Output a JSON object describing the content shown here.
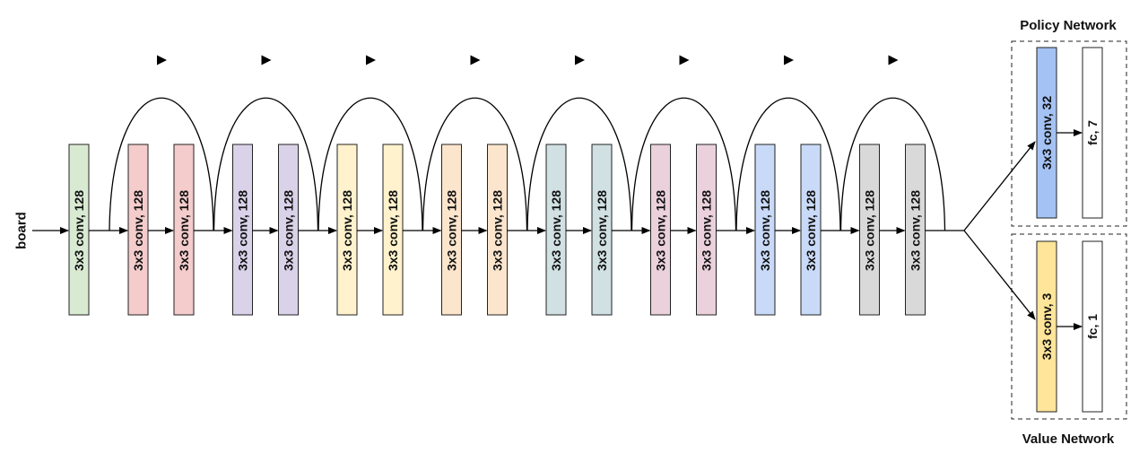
{
  "input_label": "board",
  "trunk": {
    "layers": [
      {
        "label": "3x3 conv, 128",
        "color": "#d9ead3"
      },
      {
        "label": "3x3 conv, 128",
        "color": "#f4cccc"
      },
      {
        "label": "3x3 conv, 128",
        "color": "#f4cccc"
      },
      {
        "label": "3x3 conv, 128",
        "color": "#d9d2e9"
      },
      {
        "label": "3x3 conv, 128",
        "color": "#d9d2e9"
      },
      {
        "label": "3x3 conv, 128",
        "color": "#fff2cc"
      },
      {
        "label": "3x3 conv, 128",
        "color": "#fff2cc"
      },
      {
        "label": "3x3 conv, 128",
        "color": "#fce5cd"
      },
      {
        "label": "3x3 conv, 128",
        "color": "#fce5cd"
      },
      {
        "label": "3x3 conv, 128",
        "color": "#d0e0e3"
      },
      {
        "label": "3x3 conv, 128",
        "color": "#d0e0e3"
      },
      {
        "label": "3x3 conv, 128",
        "color": "#ead1dc"
      },
      {
        "label": "3x3 conv, 128",
        "color": "#ead1dc"
      },
      {
        "label": "3x3 conv, 128",
        "color": "#c9daf8"
      },
      {
        "label": "3x3 conv, 128",
        "color": "#c9daf8"
      },
      {
        "label": "3x3 conv, 128",
        "color": "#d9d9d9"
      },
      {
        "label": "3x3 conv, 128",
        "color": "#d9d9d9"
      }
    ],
    "residual_connections": 8
  },
  "policy_head": {
    "title": "Policy Network",
    "conv": {
      "label": "3x3 conv, 32",
      "color": "#a4c2f4"
    },
    "fc": {
      "label": "fc, 7",
      "color": "#ffffff"
    }
  },
  "value_head": {
    "title": "Value Network",
    "conv": {
      "label": "3x3 conv, 3",
      "color": "#ffe599"
    },
    "fc": {
      "label": "fc, 1",
      "color": "#ffffff"
    }
  }
}
